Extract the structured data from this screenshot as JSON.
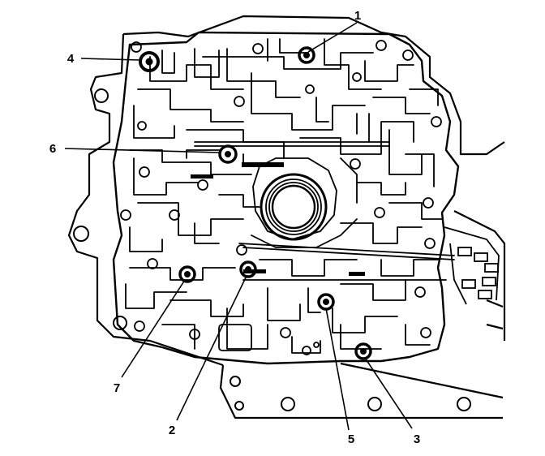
{
  "figure": {
    "callouts": [
      {
        "id": "c1",
        "label": "1"
      },
      {
        "id": "c2",
        "label": "2"
      },
      {
        "id": "c3",
        "label": "3"
      },
      {
        "id": "c4",
        "label": "4"
      },
      {
        "id": "c5",
        "label": "5"
      },
      {
        "id": "c6",
        "label": "6"
      },
      {
        "id": "c7",
        "label": "7"
      }
    ],
    "colors": {
      "ink": "#000000",
      "paper": "#ffffff"
    }
  }
}
